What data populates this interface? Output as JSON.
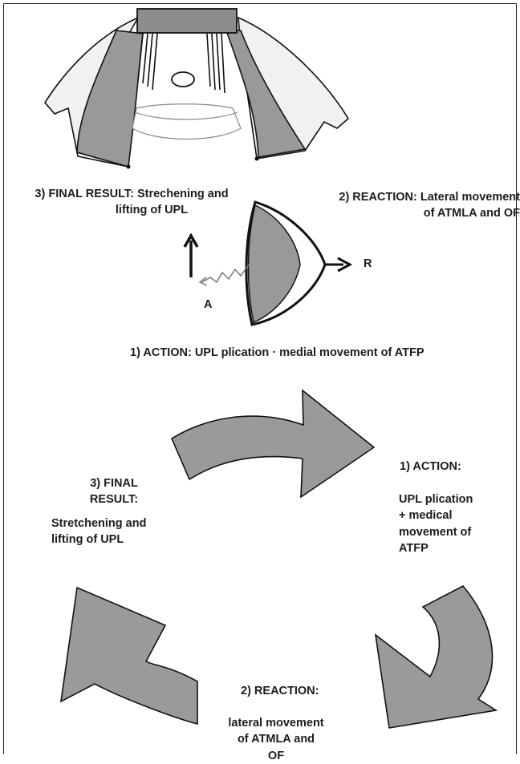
{
  "upper_diagram": {
    "final_result": {
      "line1": "3) FINAL RESULT: Strechening and",
      "line2": "lifting of UPL"
    },
    "reaction": {
      "line1": "2) REACTION: Lateral movement",
      "line2": "of ATMLA and OF"
    },
    "vector_label_R": "R",
    "vector_label_A": "A",
    "action": "1) ACTION: UPL plication · medial movement of ATFP"
  },
  "cycle_diagram": {
    "action": {
      "title": "1) ACTION:",
      "body": [
        "UPL plication",
        "+ medical",
        "movement of",
        "ATFP"
      ]
    },
    "reaction": {
      "title": "2) REACTION:",
      "body": [
        "lateral movement",
        "of ATMLA and",
        "OF"
      ]
    },
    "final_result": {
      "title": [
        "3) FINAL",
        "RESULT:"
      ],
      "body": [
        "Stretchening and",
        "lifting of UPL"
      ]
    }
  },
  "colors": {
    "tissue_gray": "#999999",
    "light_fill": "#f1f1f1",
    "outline": "#111111",
    "arrow_gray": "#9a9a9a"
  }
}
